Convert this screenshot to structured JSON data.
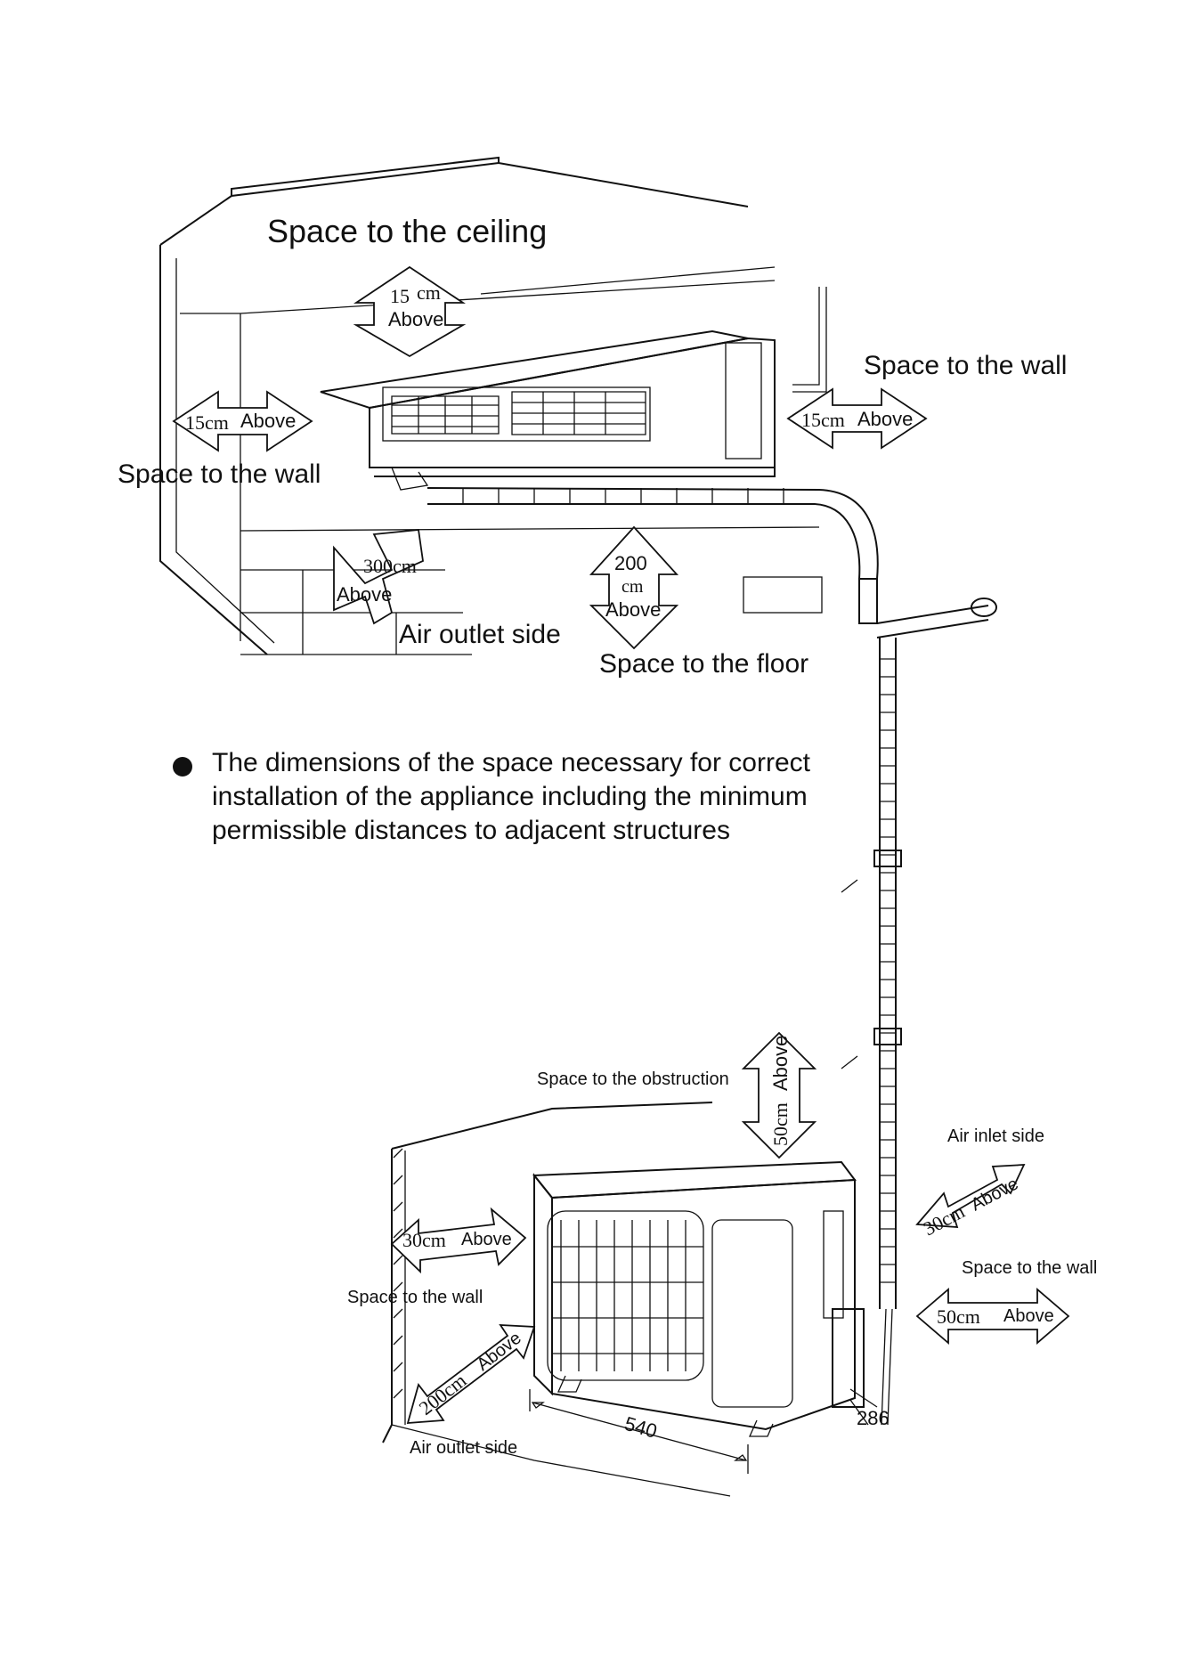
{
  "indoor": {
    "ceiling_label": "Space to the ceiling",
    "ceiling_value": "15",
    "ceiling_unit": "cm",
    "ceiling_above": "Above",
    "left_value": "15cm",
    "left_above": "Above",
    "left_label": "Space to the wall",
    "right_label": "Space to the wall",
    "right_value": "15cm",
    "right_above": "Above",
    "outlet_value": "300cm",
    "outlet_above": "Above",
    "outlet_label": "Air outlet side",
    "floor_value": "200",
    "floor_unit": "cm",
    "floor_above": "Above",
    "floor_label": "Space to the floor"
  },
  "note": {
    "text": "The dimensions of the space necessary for correct installation of the appliance including the minimum permissible distances to adjacent structures"
  },
  "outdoor": {
    "obstruction_label": "Space to the obstruction",
    "obstruction_value": "50cm",
    "obstruction_above": "Above",
    "inlet_label": "Air inlet side",
    "inlet_value": "30cm",
    "inlet_above": "Above",
    "right_wall_label": "Space to the wall",
    "right_wall_value": "50cm",
    "right_wall_above": "Above",
    "left_wall_value": "30cm",
    "left_wall_above": "Above",
    "left_wall_label": "Space to the wall",
    "outlet_value": "200cm",
    "outlet_above": "Above",
    "outlet_label": "Air outlet side",
    "width_dim": "540",
    "depth_dim": "286"
  }
}
